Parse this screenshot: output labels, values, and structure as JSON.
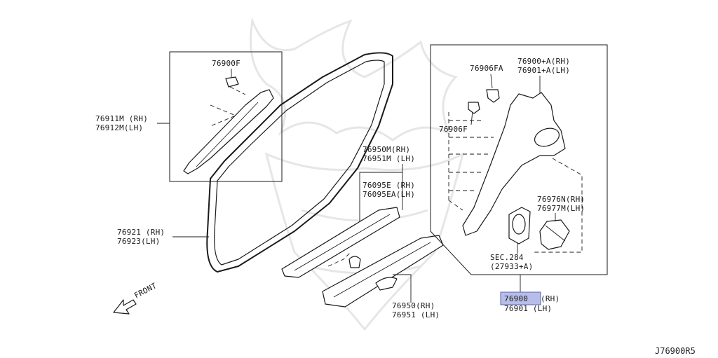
{
  "colors": {
    "ink": "#1a1a1a",
    "highlight": "#b7bde8",
    "watermark": "#e6e6e6"
  },
  "labels": {
    "clip_76900f": "76900F",
    "pillar_rh": "76911M (RH)",
    "pillar_lh": "76912M(LH)",
    "weatherstrip_rh": "76921 (RH)",
    "weatherstrip_lh": "76923(LH)",
    "kick_rh": "76950M(RH)",
    "kick_lh": "76951M (LH)",
    "plate_rh": "76095E  (RH)",
    "plate_lh": "76095EA(LH)",
    "step_rh": "76950(RH)",
    "step_lh": "76951 (LH)",
    "clip_76906fa": "76906FA",
    "clip_76906f": "76906F",
    "rear_upper_rh": "76900+A(RH)",
    "rear_upper_lh": "76901+A(LH)",
    "rear_cover_rh": "76976N(RH)",
    "rear_cover_lh": "76977M(LH)",
    "sec_ref": "SEC.284",
    "sec_part": "(27933+A)",
    "main_rh_code": "76900",
    "main_rh_side": "(RH)",
    "main_lh": "76901 (LH)",
    "front": "FRONT",
    "diagram_code": "J76900R5"
  }
}
